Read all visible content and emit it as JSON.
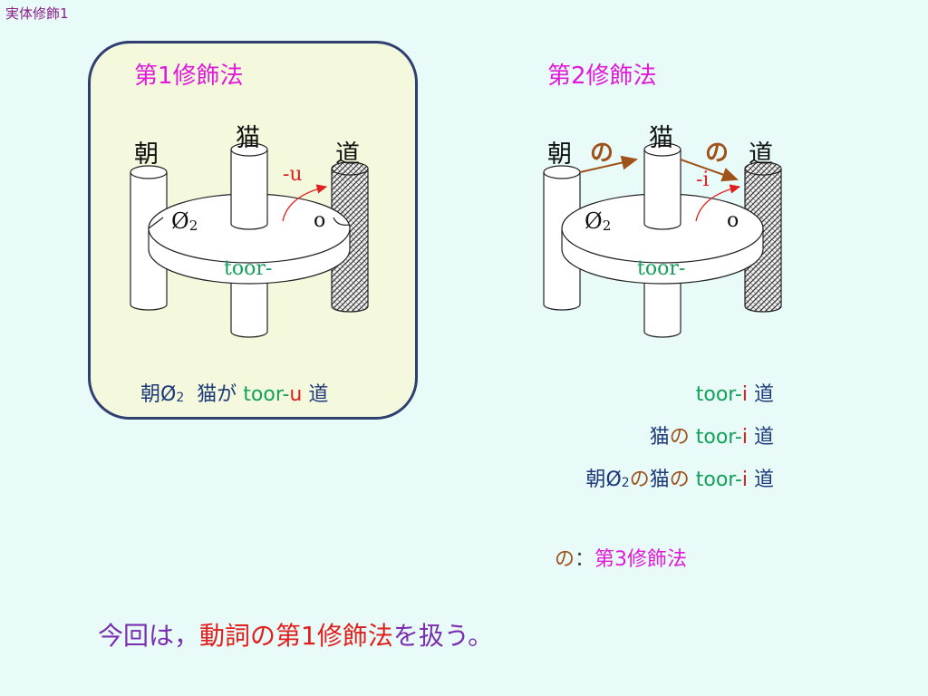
{
  "slide_title": "実体修飾1",
  "left_panel": {
    "heading": "第1修飾法",
    "kanji": {
      "morning": "朝",
      "cat": "猫",
      "road": "道"
    },
    "suffix_label": "-u",
    "phi_base": "Ø",
    "phi_sub": "2",
    "o_label": "o",
    "disc_label": "toor-",
    "sentence": {
      "morning": "朝",
      "phi": "Ø",
      "phi_sub": "2",
      "cat": "猫が",
      "toor": "toor-",
      "u": "u",
      "road": "道"
    }
  },
  "right_panel": {
    "heading": "第2修飾法",
    "kanji": {
      "morning": "朝",
      "cat": "猫",
      "road": "道"
    },
    "no_left": "の",
    "no_right": "の",
    "suffix_label": "-i",
    "phi_base": "Ø",
    "phi_sub": "2",
    "o_label": "o",
    "disc_label": "toor-",
    "line1": {
      "toor": "toor-",
      "i": "i",
      "road": "道"
    },
    "line2": {
      "cat": "猫",
      "no": "の",
      "toor": "toor-",
      "i": "i",
      "road": "道"
    },
    "line3": {
      "morning": "朝",
      "phi": "Ø",
      "phi_sub": "2",
      "no1": "の",
      "cat": "猫",
      "no2": "の",
      "toor": "toor-",
      "i": "i",
      "road": "道"
    }
  },
  "note": {
    "no": "の",
    "sep": "：",
    "method": "第3修飾法"
  },
  "footer": {
    "part1": "今回は，",
    "highlight": "動詞の第1修飾法",
    "part2": "を扱う。"
  },
  "colors": {
    "heading": "#e01ad8",
    "toor": "#15a05a",
    "suffix": "#e0201e",
    "no": "#a0521a",
    "text": "#1e3a7a",
    "panel_bg": "#f4f8dc",
    "panel_border": "#2f3f6f"
  }
}
